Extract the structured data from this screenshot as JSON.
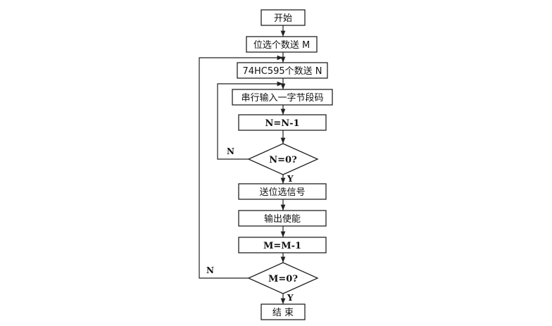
{
  "flowchart": {
    "steps": {
      "start": "开始",
      "select_m": "位选个数送 M",
      "hc595_n": "74HC595个数送 N",
      "serial_input": "串行输入一字节段码",
      "n_decrement": "N=N-1",
      "n_zero_check": "N=0?",
      "send_select": "送位选信号",
      "output_enable": "输出使能",
      "m_decrement": "M=M-1",
      "m_zero_check": "M=0?",
      "end": "结 束"
    },
    "branches": {
      "n_no": "N",
      "n_yes": "Y",
      "m_no": "N",
      "m_yes": "Y"
    }
  }
}
